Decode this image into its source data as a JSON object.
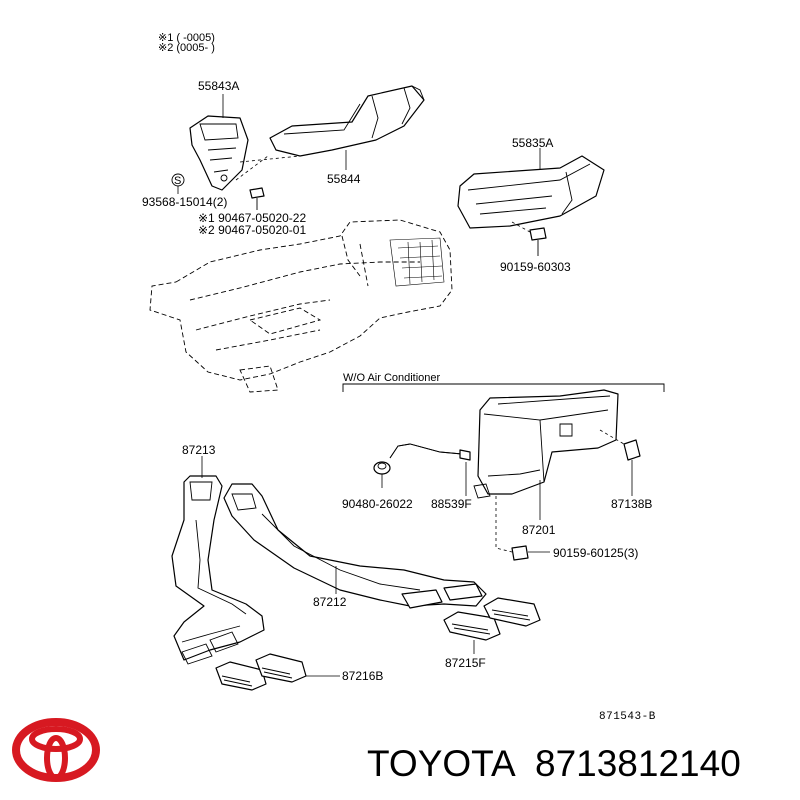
{
  "notes": {
    "note1": "※1 (      -0005)",
    "note2": "※2 (0005-      )"
  },
  "labels": {
    "p55843A": "55843A",
    "p55844": "55844",
    "p55835A": "55835A",
    "p93568": "93568-15014(2)",
    "p90467_1": "※1  90467-05020-22",
    "p90467_2": "※2  90467-05020-01",
    "p90159_60303": "90159-60303",
    "wo_ac": "W/O Air Conditioner",
    "p87213": "87213",
    "p90480": "90480-26022",
    "p88539F": "88539F",
    "p87201": "87201",
    "p87138B": "87138B",
    "p90159_60125": "90159-60125(3)",
    "p87212": "87212",
    "p87216B": "87216B",
    "p87215F": "87215F",
    "ref_code": "871543-B"
  },
  "footer": {
    "brand": "TOYOTA",
    "part_number": "8713812140",
    "logo": "toyota-logo-icon",
    "logo_color": "#d71921"
  }
}
